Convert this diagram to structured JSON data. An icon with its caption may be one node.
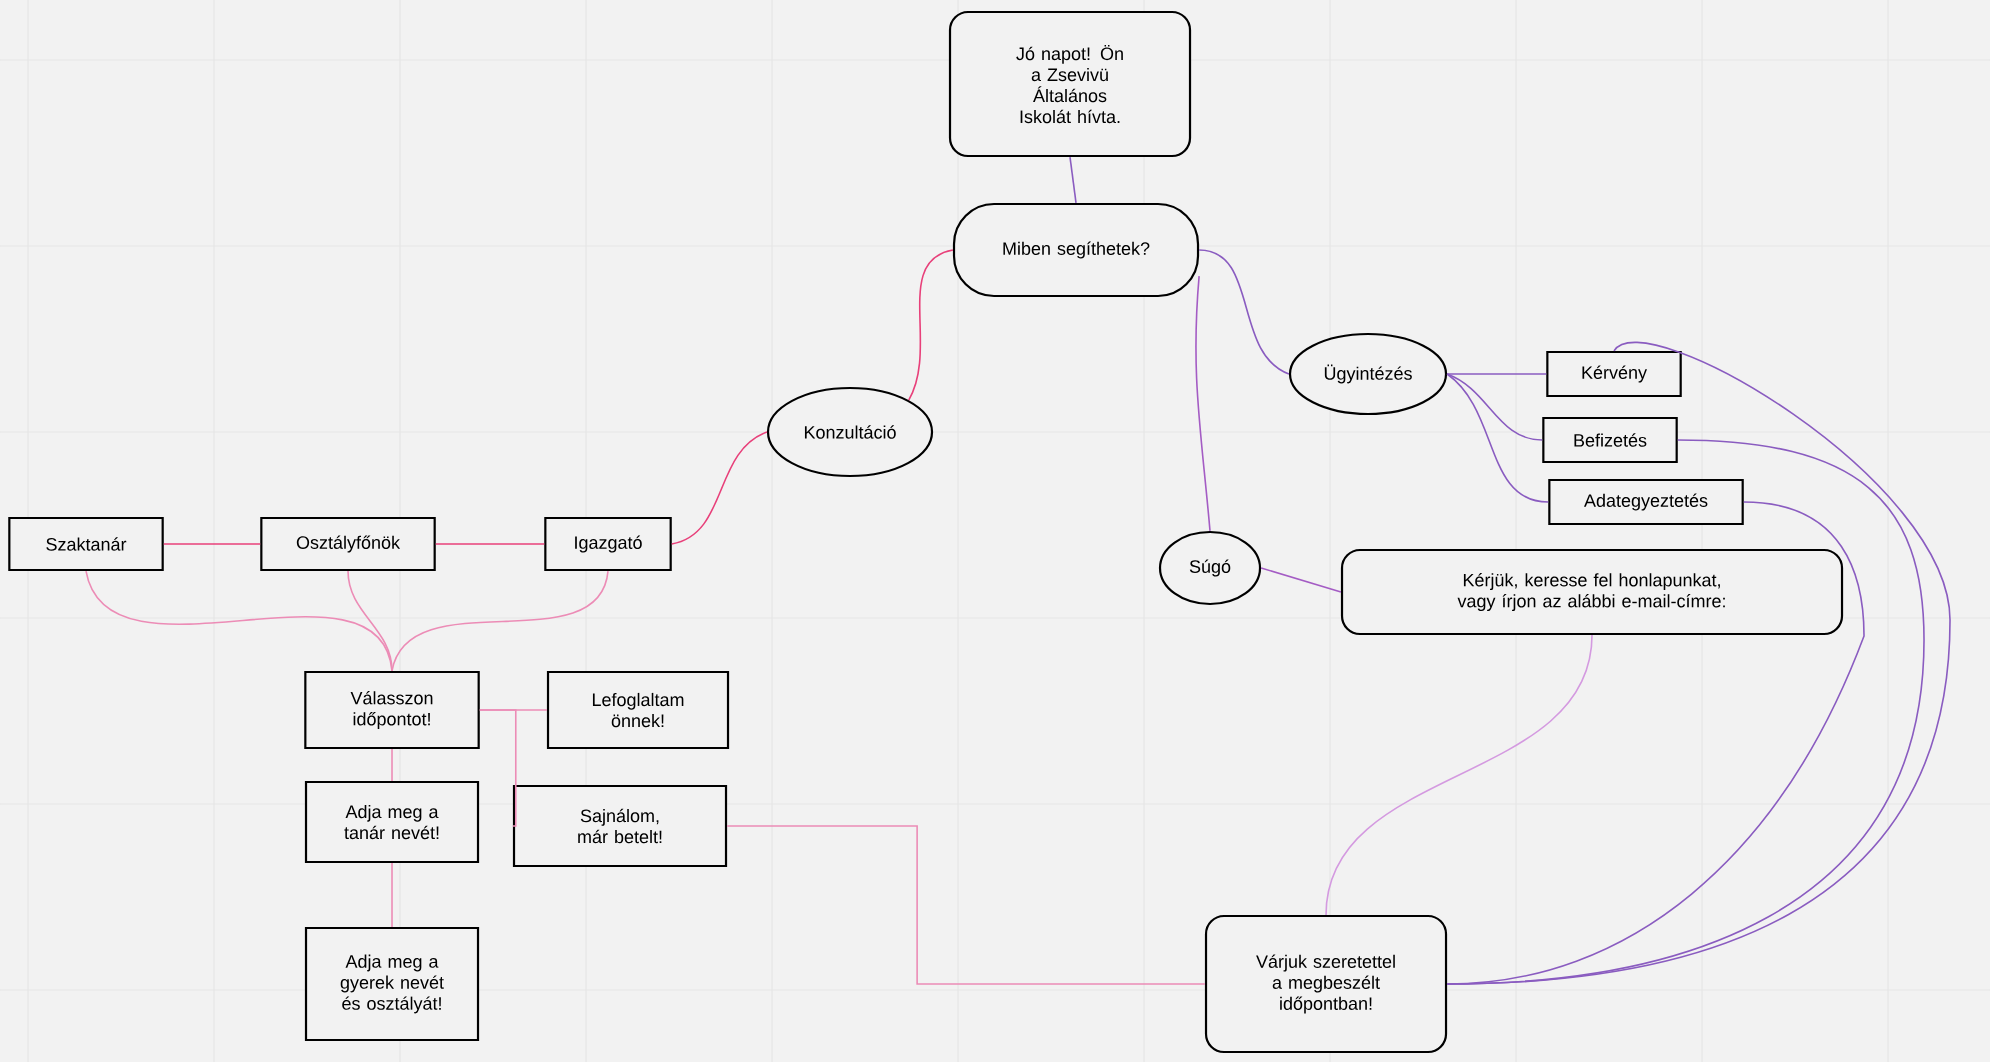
{
  "diagram": {
    "nodes": [
      {
        "text": [
          "Jó napot! Ön a Zsevivü Általános Iskolát hívta."
        ]
      },
      {
        "text": [
          "Miben segíthetek?"
        ]
      },
      {
        "text": [
          "Konzultáció"
        ]
      },
      {
        "text": [
          "Ügyintézés"
        ]
      },
      {
        "text": [
          "Kérvény"
        ]
      },
      {
        "text": [
          "Befizetés"
        ]
      },
      {
        "text": [
          "Adategyeztetés"
        ]
      },
      {
        "text": [
          "Súgó"
        ]
      },
      {
        "text": [
          "Kérjük, keresse fel honlapunkat, vagy írjon az alábbi e-mail-címre:"
        ]
      },
      {
        "text": [
          "Szaktanár"
        ]
      },
      {
        "text": [
          "Osztályfőnök"
        ]
      },
      {
        "text": [
          "Igazgató"
        ]
      },
      {
        "text": [
          "Válasszon időpontot!"
        ]
      },
      {
        "text": [
          "Lefoglaltam önnek!"
        ]
      },
      {
        "text": [
          "Adja meg a tanár nevét!"
        ]
      },
      {
        "text": [
          "Sajnálom, már betelt!"
        ]
      },
      {
        "text": [
          "Adja meg a gyerek nevét és osztályát!"
        ]
      },
      {
        "text": [
          "Várjuk szeretettel a megbeszélt időpontban!"
        ]
      }
    ],
    "edges": [
      {
        "from": 0,
        "to": 1,
        "arrow": "none"
      },
      {
        "from": 1,
        "to": 2,
        "arrow": "none",
        "color": "#e8407a"
      },
      {
        "from": 1,
        "to": 3,
        "arrow": "none"
      },
      {
        "from": 1,
        "to": 7,
        "arrow": "none",
        "color": "#a45cc4"
      },
      {
        "from": 3,
        "to": 4,
        "arrow": "none"
      },
      {
        "from": 3,
        "to": 5,
        "arrow": "none"
      },
      {
        "from": 3,
        "to": 6,
        "arrow": "none"
      },
      {
        "from": 7,
        "to": 8,
        "arrow": "none",
        "color": "#a45cc4"
      },
      {
        "from": 2,
        "to": 11,
        "arrow": "none",
        "color": "#e8407a"
      },
      {
        "from": 11,
        "to": 10,
        "arrow": "none",
        "color": "#e8407a"
      },
      {
        "from": 10,
        "to": 9,
        "arrow": "none",
        "color": "#e8407a"
      },
      {
        "from": 9,
        "to": 12,
        "arrow": "none",
        "color": "#ec8cb6"
      },
      {
        "from": 10,
        "to": 12,
        "arrow": "none",
        "color": "#ec8cb6"
      },
      {
        "from": 11,
        "to": 12,
        "arrow": "none",
        "color": "#ec8cb6"
      },
      {
        "from": 12,
        "to": 13,
        "arrow": "none",
        "color": "#ec8cb6"
      },
      {
        "from": 12,
        "to": 15,
        "arrow": "none",
        "color": "#ec8cb6"
      },
      {
        "from": 12,
        "to": 14,
        "arrow": "none",
        "color": "#ec8cb6"
      },
      {
        "from": 14,
        "to": 16,
        "arrow": "none",
        "color": "#ec8cb6"
      },
      {
        "from": 15,
        "to": 17,
        "arrow": "none",
        "color": "#ec8cb6"
      },
      {
        "from": 8,
        "to": 17,
        "arrow": "none",
        "color": "#d49ae0"
      },
      {
        "from": 4,
        "to": 17,
        "arrow": "none"
      },
      {
        "from": 5,
        "to": 17,
        "arrow": "none"
      },
      {
        "from": 6,
        "to": 17,
        "arrow": "none"
      }
    ]
  }
}
